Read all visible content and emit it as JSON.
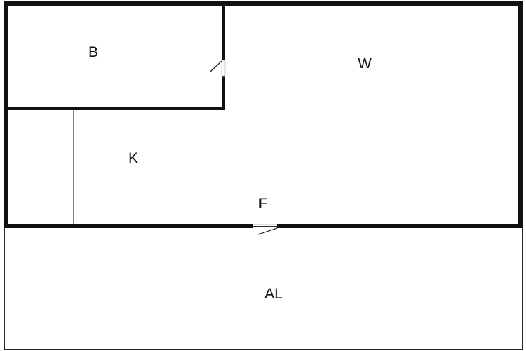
{
  "rooms": {
    "bedroom": "B",
    "living": "W",
    "kitchen": "K",
    "hall": "F",
    "balcony": "AL"
  }
}
